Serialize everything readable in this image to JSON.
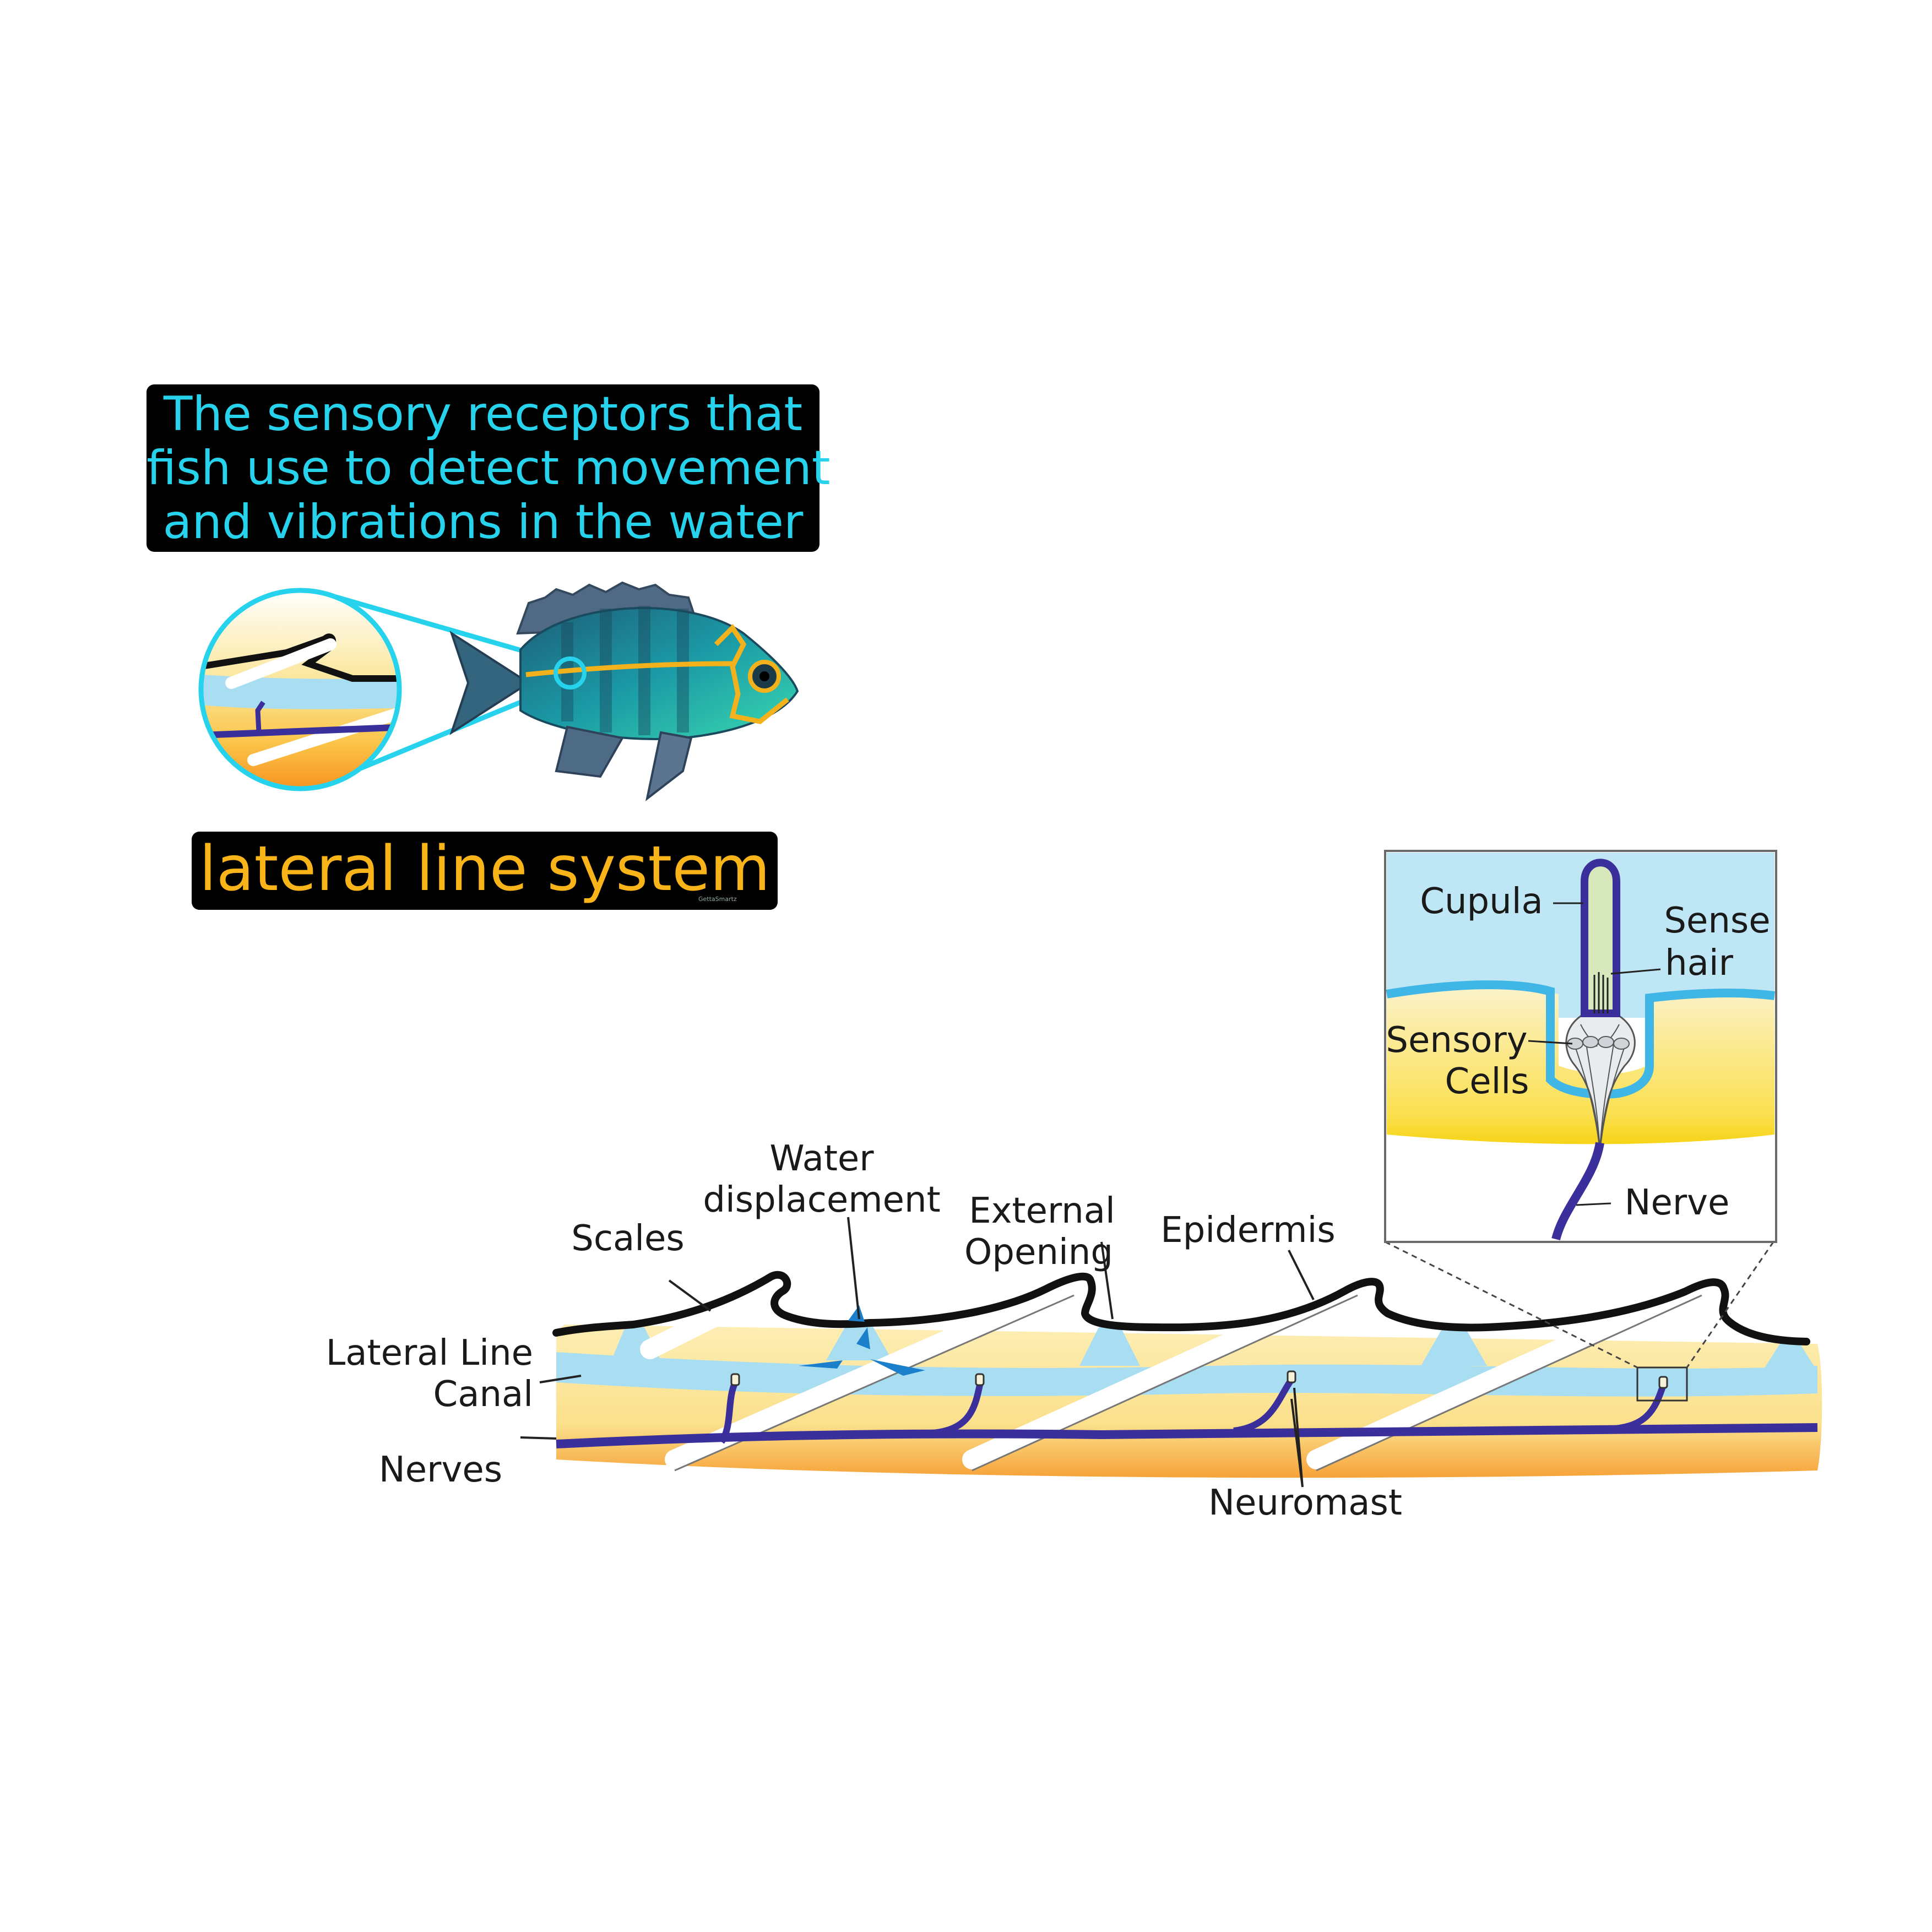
{
  "definition": {
    "lines": [
      "The sensory receptors that",
      "fish use to detect movement",
      "and vibrations in the water"
    ]
  },
  "term": "lateral line system",
  "watermark": "GettaSmartz",
  "labels": {
    "scales": "Scales",
    "water_displacement": [
      "Water",
      "displacement"
    ],
    "external_opening": [
      "External",
      "Opening"
    ],
    "epidermis": "Epidermis",
    "lateral_line_canal": [
      "Lateral Line",
      "Canal"
    ],
    "nerves": "Nerves",
    "neuromast": "Neuromast"
  },
  "inset_labels": {
    "cupula": "Cupula",
    "sense_hair": [
      "Sense",
      "hair"
    ],
    "sensory_cells": [
      "Sensory",
      "Cells"
    ],
    "nerve": "Nerve"
  },
  "colors": {
    "definition_text": "#27d3ec",
    "term_text": "#f8b418",
    "canal_blue": "#a9def2",
    "tissue_yellow": "#fbe69a",
    "deep_orange": "#f7a238",
    "nerve_purple": "#3b2f9c",
    "fish_teal": "#1b9aa6",
    "lateral_line_yellow": "#f3b21b"
  }
}
